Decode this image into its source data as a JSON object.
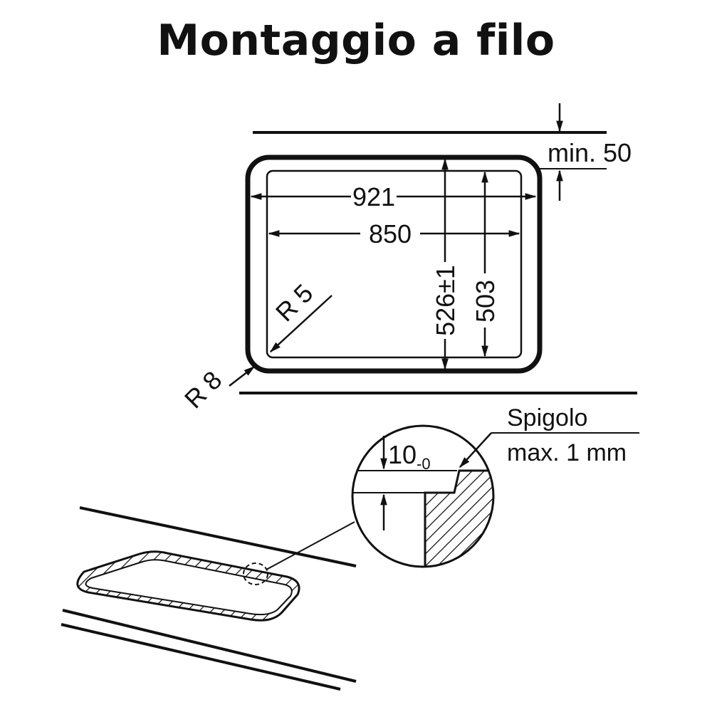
{
  "title": "Montaggio a filo",
  "dimensions": {
    "outer_width": "921",
    "inner_width": "850",
    "outer_depth": "526±1",
    "inner_depth": "503",
    "inner_radius": "R 5",
    "outer_radius": "R 8",
    "min_distance": "min. 50",
    "depth_main": "10",
    "depth_sub": "-0"
  },
  "detail_note": {
    "line1": "Spigolo",
    "line2": "max. 1 mm"
  },
  "colors": {
    "stroke": "#111111",
    "background": "#ffffff"
  }
}
